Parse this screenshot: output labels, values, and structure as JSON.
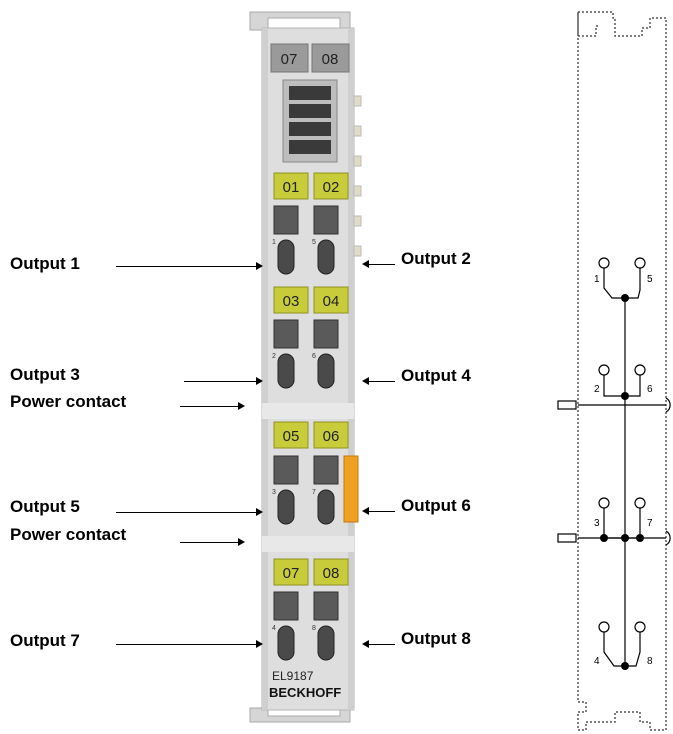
{
  "module": {
    "model": "EL9187",
    "brand": "BECKHOFF",
    "top_leds": [
      "07",
      "08"
    ],
    "channel_leds": [
      [
        "01",
        "02"
      ],
      [
        "03",
        "04"
      ],
      [
        "05",
        "06"
      ],
      [
        "07",
        "08"
      ]
    ],
    "terminal_numbers": [
      [
        "1",
        "5"
      ],
      [
        "2",
        "6"
      ],
      [
        "3",
        "7"
      ],
      [
        "4",
        "8"
      ]
    ]
  },
  "labels": {
    "output_1": "Output 1",
    "output_2": "Output 2",
    "output_3": "Output 3",
    "output_4": "Output 4",
    "output_5": "Output 5",
    "output_6": "Output 6",
    "output_7": "Output 7",
    "output_8": "Output 8",
    "power_contact_1": "Power contact",
    "power_contact_2": "Power contact"
  },
  "schematic": {
    "terminal_numbers": [
      [
        "1",
        "5"
      ],
      [
        "2",
        "6"
      ],
      [
        "3",
        "7"
      ],
      [
        "4",
        "8"
      ]
    ]
  },
  "colors": {
    "module_body": "#dcdcdc",
    "led_yellow": "#c8cc3a",
    "led_grey": "#9a9a9a",
    "orange_tab": "#f0a020",
    "text": "#000000"
  }
}
